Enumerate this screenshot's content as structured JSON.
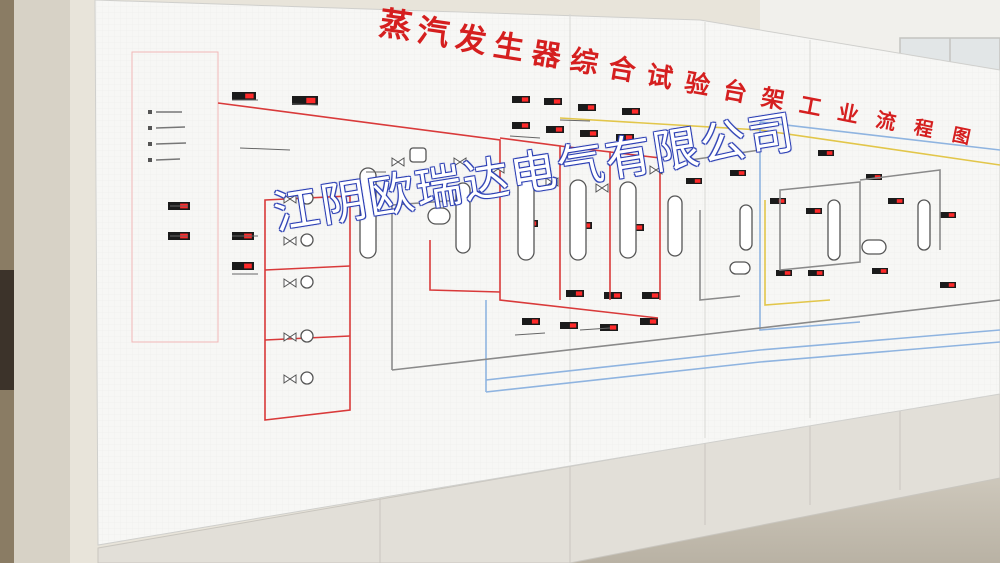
{
  "panel": {
    "title_chars": [
      "蒸",
      "汽",
      "发",
      "生",
      "器",
      "综",
      "合",
      "试",
      "验",
      "台",
      "架",
      "工",
      "业",
      "流",
      "程",
      "图"
    ]
  },
  "watermark": {
    "text": "江阴欧瑞达电气有限公司"
  },
  "colors": {
    "title": "#d51f1f",
    "pipe_red": "#d93a3a",
    "pipe_blue": "#8fb4e0",
    "pipe_gray": "#8a8a8a",
    "pipe_yellow": "#e2c64a",
    "display_bg": "#1b1b1b",
    "display_digit": "#ff2a2a",
    "wall": "#e9e6de",
    "panel": "#f6f6f4"
  }
}
